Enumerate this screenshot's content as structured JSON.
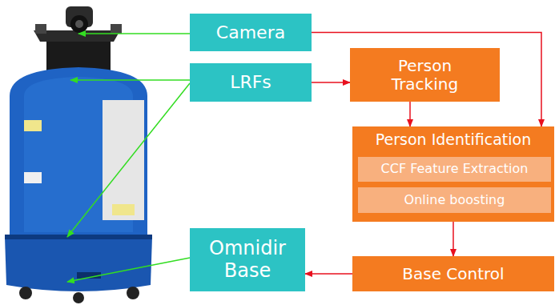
{
  "diagram": {
    "nodes": [
      {
        "text": [
          "Camera"
        ]
      },
      {
        "text": [
          "LRFs"
        ]
      },
      {
        "text": [
          "Person Tracking"
        ]
      },
      {
        "text": [
          "Person Identification"
        ]
      },
      {
        "text": [
          "CCF Feature Extraction"
        ],
        "in": 3
      },
      {
        "text": [
          "Online boosting"
        ],
        "in": 3
      },
      {
        "text": [
          "Omnidir Base"
        ]
      },
      {
        "text": [
          "Base Control"
        ]
      }
    ],
    "edges": [
      {
        "from": 1,
        "to": 2,
        "arrow": "to"
      },
      {
        "from": 0,
        "to": 3,
        "arrow": "to"
      },
      {
        "from": 2,
        "to": 3,
        "arrow": "to"
      },
      {
        "from": 3,
        "to": 7,
        "arrow": "to"
      },
      {
        "from": 7,
        "to": 6,
        "arrow": "to"
      }
    ]
  }
}
